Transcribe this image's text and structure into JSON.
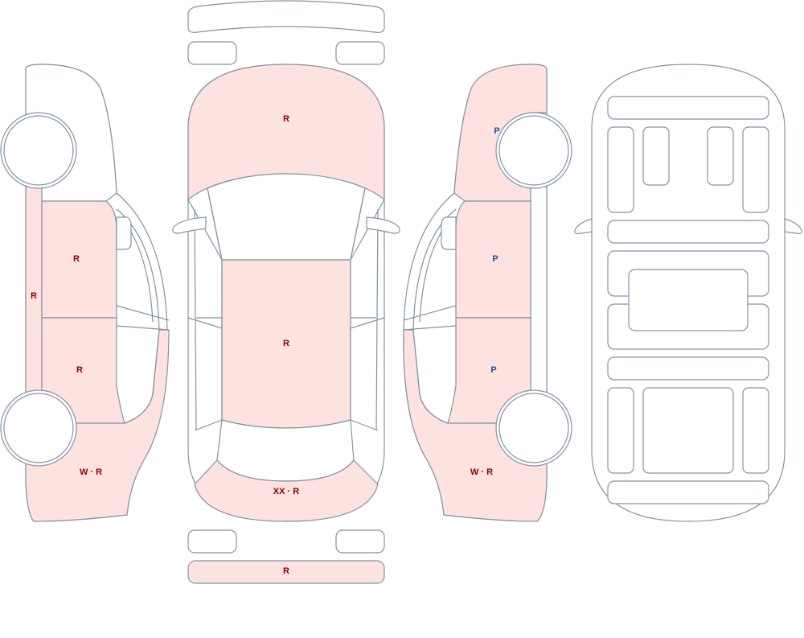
{
  "colors": {
    "marked_fill": "#fde2df",
    "outline": "#8492a6",
    "code_red": "#8b0000",
    "code_blue": "#1f4e99"
  },
  "left_side": {
    "rocker": "R",
    "front_door": "R",
    "rear_door": "R",
    "rear_quarter": "W · R"
  },
  "top_view": {
    "hood": "R",
    "roof": "R",
    "trunk_lid": "XX · R",
    "rear_bumper": "R"
  },
  "right_side": {
    "front_fender": "P",
    "front_door": "P",
    "rear_door": "P",
    "rear_quarter": "W · R"
  }
}
